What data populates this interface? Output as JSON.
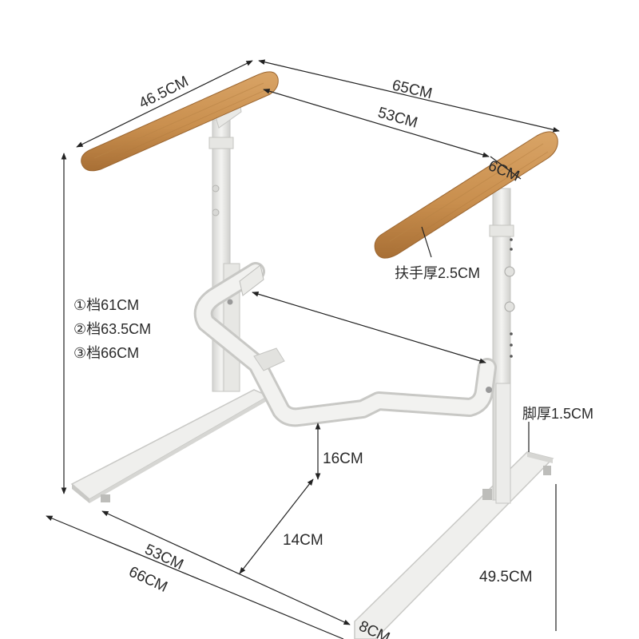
{
  "labels": {
    "armrest_length": "46.5CM",
    "outer_width": "65CM",
    "inner_width": "53CM",
    "armrest_width": "6CM",
    "armrest_thickness": "扶手厚2.5CM",
    "height_level_1": "①档61CM",
    "height_level_2": "②档63.5CM",
    "height_level_3": "③档66CM",
    "foot_thickness": "脚厚1.5CM",
    "bar_height": "16CM",
    "bar_depth": "14CM",
    "base_inner_width": "53CM",
    "base_outer_width": "66CM",
    "base_depth": "49.5CM",
    "foot_width": "8CM"
  },
  "colors": {
    "wood": "#c98f4e",
    "wood_dark": "#a86f35",
    "frame": "#eeeeec",
    "frame_shadow": "#c9c9c6",
    "text": "#2a2a2a"
  }
}
